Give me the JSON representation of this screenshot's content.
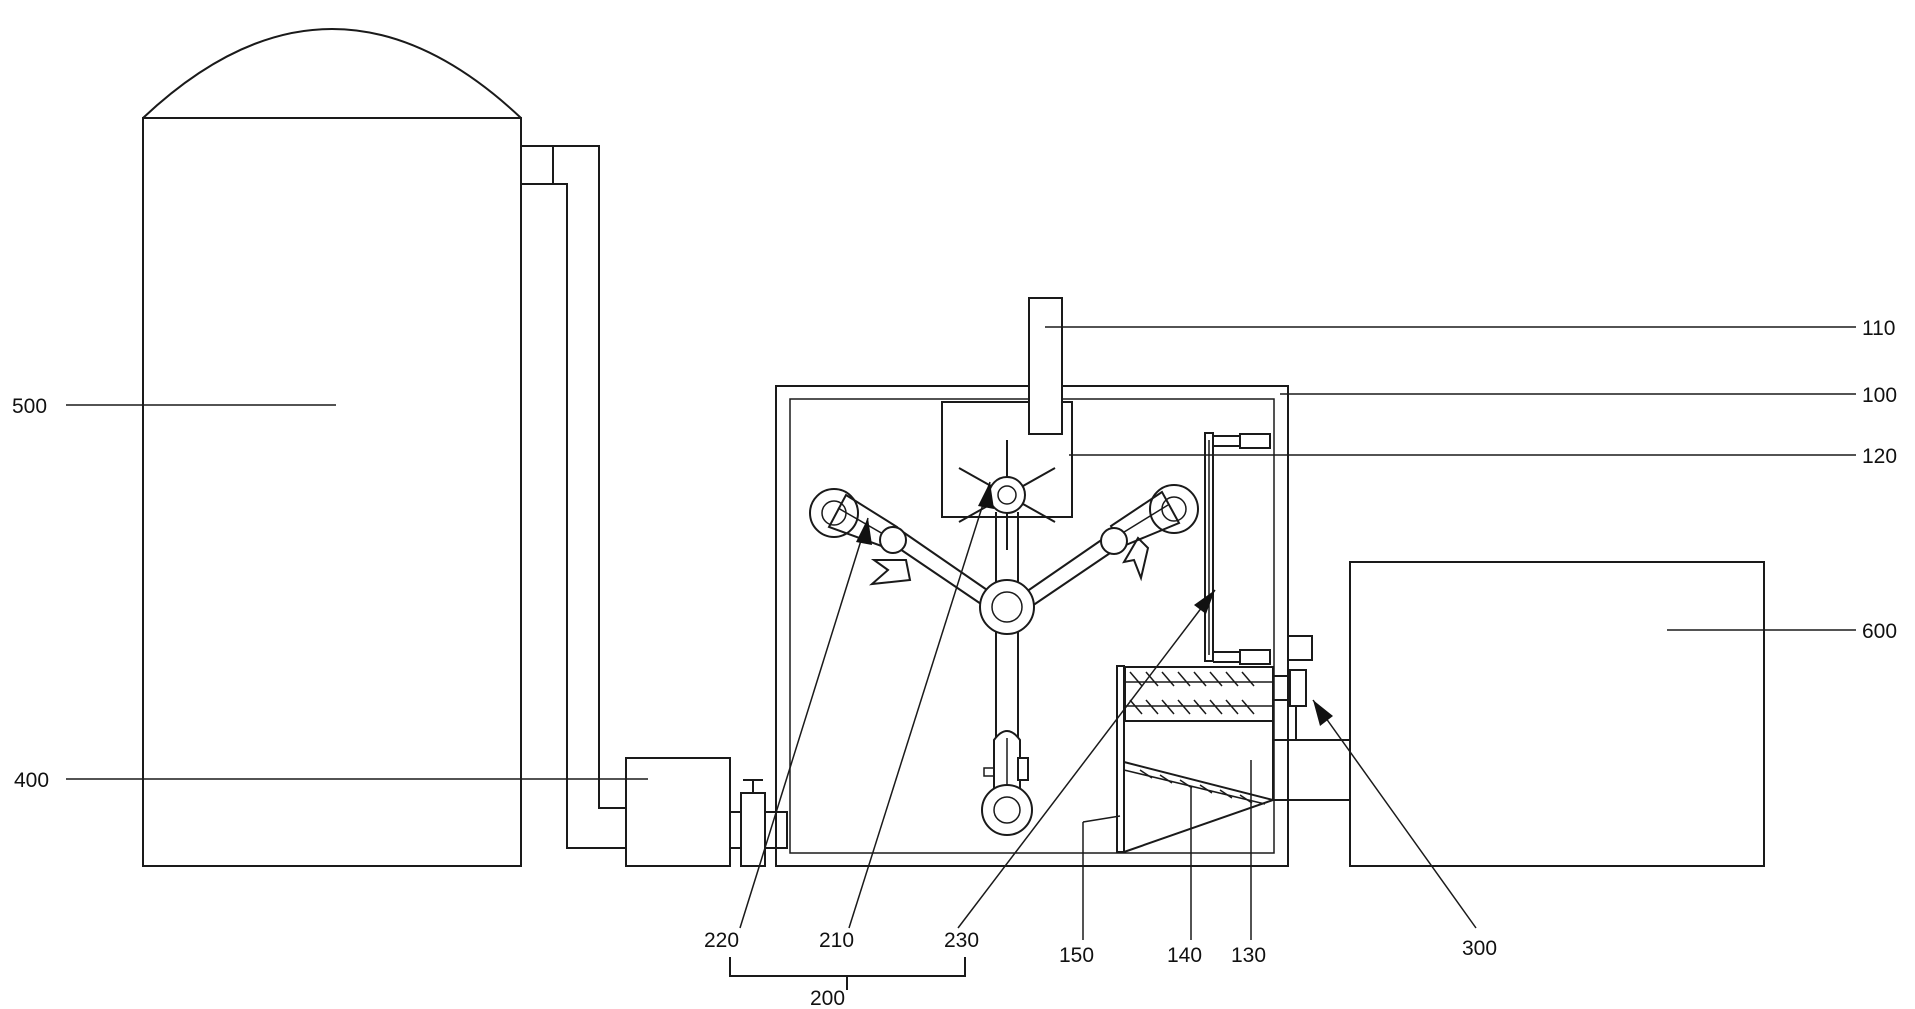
{
  "labels": {
    "l500": "500",
    "l400": "400",
    "l110": "110",
    "l100": "100",
    "l120": "120",
    "l600": "600",
    "l220": "220",
    "l210": "210",
    "l230": "230",
    "l150": "150",
    "l140": "140",
    "l130": "130",
    "l300": "300",
    "l200": "200"
  },
  "colors": {
    "stroke": "#1a1a1a",
    "background": "#ffffff"
  }
}
